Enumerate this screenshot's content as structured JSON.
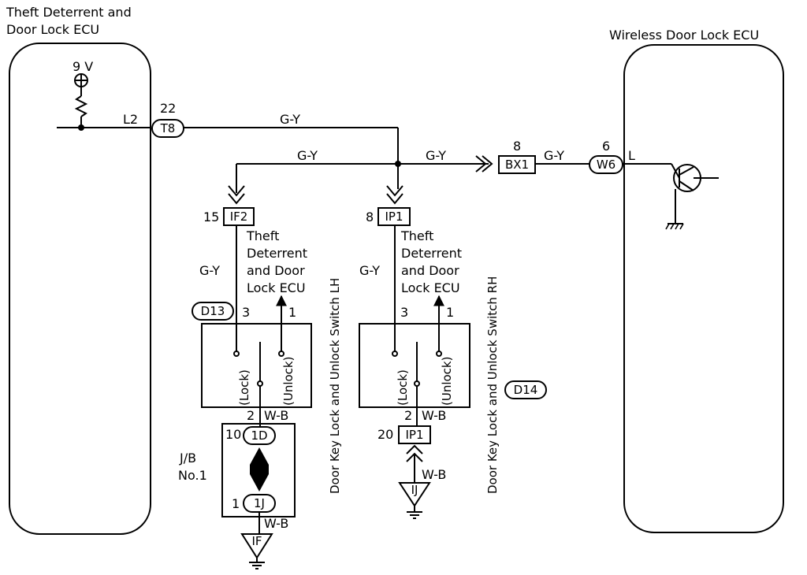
{
  "ecu_left": {
    "title_line1": "Theft Deterrent and",
    "title_line2": "Door Lock ECU"
  },
  "ecu_right": {
    "title": "Wireless Door Lock ECU"
  },
  "left_ecu_power": {
    "voltage": "9 V",
    "terminal": "L2",
    "pin": "22",
    "connector": "T8"
  },
  "wires": {
    "main": "G-Y",
    "branch": "G-Y",
    "to_bx1": "G-Y",
    "bx1_to_w6": "G-Y"
  },
  "bx1": {
    "pin": "8",
    "connector": "BX1"
  },
  "w6": {
    "pin": "6",
    "connector": "W6",
    "terminal": "L"
  },
  "switch_lh": {
    "conn_pin": "15",
    "conn": "IF2",
    "label_line1": "Theft",
    "label_line2": "Deterrent",
    "label_line3": "and Door",
    "label_line4": "Lock ECU",
    "wire": "G-Y",
    "switch_conn": "D13",
    "pin_lock": "3",
    "pin_unlock": "1",
    "lock": "(Lock)",
    "unlock": "(Unlock)",
    "pin_ground": "2",
    "ground_wire": "W-B",
    "vertical_label": "Door Key Lock and Unlock Switch LH"
  },
  "switch_rh": {
    "conn_pin": "8",
    "conn": "IP1",
    "label_line1": "Theft",
    "label_line2": "Deterrent",
    "label_line3": "and Door",
    "label_line4": "Lock ECU",
    "wire": "G-Y",
    "switch_conn": "D14",
    "pin_lock": "3",
    "pin_unlock": "1",
    "lock": "(Lock)",
    "unlock": "(Unlock)",
    "pin_ground": "2",
    "ground_wire": "W-B",
    "vertical_label": "Door Key Lock and Unlock Switch RH"
  },
  "junction_block": {
    "label_line1": "J/B",
    "label_line2": "No.1",
    "pin_top": "10",
    "conn_top": "1D",
    "pin_bottom": "1",
    "conn_bottom": "1J",
    "ground_wire": "W-B",
    "ground_point": "IF"
  },
  "rh_ground": {
    "pin": "20",
    "conn": "IP1",
    "wire": "W-B",
    "ground_point": "IJ"
  }
}
